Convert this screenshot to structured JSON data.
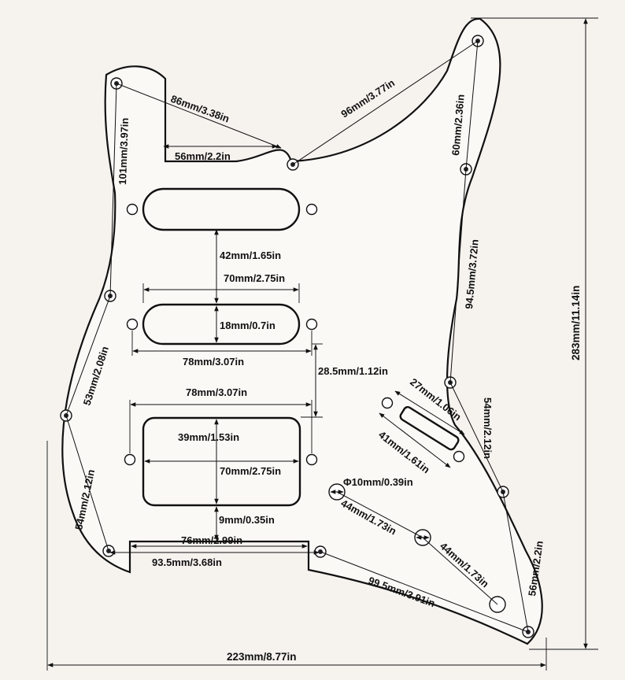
{
  "labels": {
    "l86": "86mm/3.38in",
    "l96": "96mm/3.77in",
    "l56top": "56mm/2.2in",
    "l101": "101mm/3.97in",
    "l60": "60mm/2.36in",
    "l42": "42mm/1.65in",
    "l70a": "70mm/2.75in",
    "l18": "18mm/0.7in",
    "l78a": "78mm/3.07in",
    "l28": "28.5mm/1.12in",
    "l78b": "78mm/3.07in",
    "l94": "94.5mm/3.72in",
    "l283": "283mm/11.14in",
    "l53": "53mm/2.08in",
    "l39": "39mm/1.53in",
    "l70b": "70mm/2.75in",
    "l27": "27mm/1.06in",
    "l41": "41mm/1.61in",
    "l54r": "54mm/2.12in",
    "l54l": "54mm/2.12in",
    "l10": "Φ10mm/0.39in",
    "l44a": "44mm/1.73in",
    "l44b": "44mm/1.73in",
    "l9": "9mm/0.35in",
    "l76": "76mm/2.99in",
    "l93": "93.5mm/3.68in",
    "l99": "99.5mm/3.91in",
    "l56r": "56mm/2.2in",
    "l223": "223mm/8.77in"
  }
}
